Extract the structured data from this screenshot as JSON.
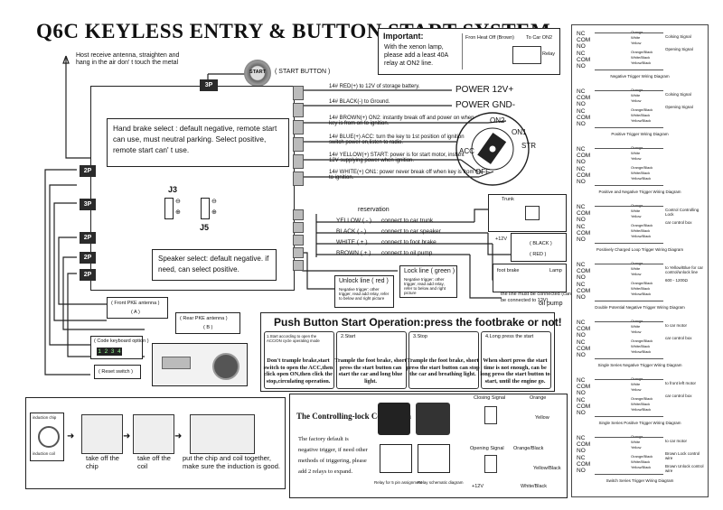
{
  "title": "Q6C  KEYLESS ENTRY & BUTTON START SYSTEM",
  "antenna_note": "Host receive antenna, straighten and hang in the air don' t touch the metal",
  "start_button": {
    "button_text": "START",
    "label": "( START BUTTON )"
  },
  "important": {
    "heading": "Important:",
    "text": "With the xenon lamp, please add a least 40A relay at ON2 line.",
    "diagram_labels": [
      "Fron Heat Off (Brown)",
      "To Car ON2",
      "Relay"
    ]
  },
  "connectors": {
    "top_3p": "3P",
    "left": [
      "2P",
      "3P",
      "2P",
      "2P",
      "2P"
    ]
  },
  "power_wires": [
    {
      "text": "14# RED(+) to 12V of storage battery.",
      "target": "POWER 12V+"
    },
    {
      "text": "14# BLACK(-) to Ground.",
      "target": "POWER GND-"
    },
    {
      "text": "14# BROWN(+) ON2: instantly break off and power on when key is from on to ignition.",
      "target": ""
    },
    {
      "text": "14# BLUE(+) ACC: turn the key to 1st position of ignition switch power on,listen to radio.",
      "target": ""
    },
    {
      "text": "14# YELLOW(+) START: power is for start motor, instant 12V supplying power when ignition.",
      "target": ""
    },
    {
      "text": "14# WHITE(+) ON1: power never break off when key is from on to ignition.",
      "target": ""
    }
  ],
  "ignition": {
    "on2": "ON2",
    "on1": "ON1",
    "acc": "ACC",
    "str": "STR",
    "off": "OFF"
  },
  "hand_brake_note": "Hand brake select : default negative,  remote start can use, must neutral parking. Select positive, remote start can' t use.",
  "jumpers": {
    "j3": "J3",
    "j5": "J5"
  },
  "speaker_note": "Speaker select: default negative. if need, can select positive.",
  "reservation": {
    "heading": "reservation",
    "wires": [
      {
        "wire": "YELLOW ( - )",
        "target": "connect to car trunk"
      },
      {
        "wire": "BLACK ( - )",
        "target": "connect to car speaker"
      },
      {
        "wire": "WHITE ( + )",
        "target": "connect to foot brake"
      },
      {
        "wire": "BROWN ( + )",
        "target": "connect to oil pump"
      }
    ]
  },
  "unlock_line": {
    "title": "Unlock line ( red )",
    "text": "Negative trigger: other trigger, read add relay, refer to below and right picture"
  },
  "lock_line": {
    "title": "Lock line ( green )",
    "text": "Negative trigger: other trigger, read add relay, refer to below and right picture"
  },
  "mini_diagrams": {
    "trunk": "Trunk",
    "black_wire": "( BLACK )",
    "red_wire": "( RED )",
    "foot_brake": "foot brake",
    "lamp": "Lamp",
    "plus12v": "+12V",
    "oil_pump_note": "the line must be connected (can be connected to 12V)",
    "oil_pump": "oil pump"
  },
  "antennas": {
    "front": "( Front PKE antenna )",
    "front_code": "( A )",
    "rear": "( Rear PKE antenna )",
    "rear_code": "( B )"
  },
  "code_display": {
    "label": "( Code keyboard  option )",
    "digits": "1 2 3 4"
  },
  "reset_switch": "( Reset switch )",
  "push_start": {
    "title": "Push Button Start Operation:press the footbrake or not!",
    "steps": [
      {
        "label": "1.Start according to open the ACC/ON cycle operating mode",
        "desc": "Don't trample brake,start switch to open the ACC,then click open ON,then click the stop,circulating operation."
      },
      {
        "label": "2.Start",
        "desc": "Trample the foot brake, short press the start button can start the car and long blue light."
      },
      {
        "label": "3.Stop",
        "desc": "Trample the foot brake, short press the start button can stop the car and breathing light."
      },
      {
        "label": "4.Long press the start",
        "desc": "When short press the start time is not enough, can be long press the start button to start, until the engine go."
      }
    ]
  },
  "chip_steps": {
    "chip_labels": [
      "induction chip",
      "induction coil"
    ],
    "steps": [
      "take off the chip",
      "take off the coil",
      "put the chip and coil together, make sure the induction is good."
    ]
  },
  "controlling_lock": {
    "title": "The Controlling-lock Connection",
    "text": "The factory default is negative trigger, if need other methods of triggering, please add 2 relays to expand.",
    "relay_caption": "Relay for 5 pin assignment",
    "schematic_caption": "Relay schematic diagram",
    "diagram_labels": [
      "Closing Signal",
      "Orange",
      "Yellow",
      "Opening Signal",
      "Orange/Black",
      "Yellow/Black",
      "White/Black",
      "+12V"
    ]
  },
  "trigger_panel": {
    "sections": [
      {
        "title": "Negative Trigger Wiring Diagram",
        "pins": [
          "NC",
          "COM",
          "NO",
          "NC",
          "COM",
          "NO"
        ],
        "wires": [
          "Orange",
          "White",
          "Yellow",
          "Orange/Black",
          "White/Black",
          "Yellow/Black"
        ],
        "signals": [
          "Colsing Signal",
          "Opening Signal"
        ]
      },
      {
        "title": "Positive Trigger Wiring Diagram",
        "pins": [
          "NC",
          "COM",
          "NO",
          "NC",
          "COM",
          "NO"
        ],
        "wires": [
          "Orange",
          "White",
          "Yellow",
          "Orange/Black",
          "White/Black",
          "Yellow/Black"
        ],
        "signals": [
          "Colsing Signal",
          "Opening Signal"
        ]
      },
      {
        "title": "Positive and Negative Trigger Wiring Diagram",
        "pins": [
          "NC",
          "COM",
          "NO",
          "NC",
          "COM",
          "NO"
        ],
        "wires": [
          "Orange",
          "White",
          "Yellow",
          "Orange/Black",
          "White/Black",
          "Yellow/Black"
        ],
        "signals": []
      },
      {
        "title": "Positively Charged Loop Trigger Wiring Diagram",
        "pins": [
          "NC",
          "COM",
          "NO",
          "NC",
          "COM",
          "NO"
        ],
        "wires": [
          "Orange",
          "White",
          "Yellow",
          "Orange/Black",
          "White/Black",
          "Yellow/Black"
        ],
        "signals": [
          "Control Controlling Lock",
          "car control box"
        ]
      },
      {
        "title": "Double Potential Negative Trigger Wiring Diagram",
        "pins": [
          "NC",
          "COM",
          "NO",
          "NC",
          "COM",
          "NO"
        ],
        "wires": [
          "Orange",
          "White",
          "Yellow",
          "Orange/Black",
          "White/Black",
          "Yellow/Black"
        ],
        "signals": [
          "to Yellow/Blue for car control/unlock line",
          "600 - 1200Ω"
        ]
      },
      {
        "title": "Single Series Negative Trigger Wiring Diagram",
        "pins": [
          "NC",
          "COM",
          "NO",
          "NC",
          "COM",
          "NO"
        ],
        "wires": [
          "Orange",
          "White",
          "Yellow",
          "Orange/Black",
          "White/Black",
          "Yellow/Black"
        ],
        "signals": [
          "to car motor",
          "car control box"
        ]
      },
      {
        "title": "Single Series Positive Trigger Wiring Diagram",
        "pins": [
          "NC",
          "COM",
          "NO",
          "NC",
          "COM",
          "NO"
        ],
        "wires": [
          "Orange",
          "White",
          "Yellow",
          "Orange/Black",
          "White/Black",
          "Yellow/Black"
        ],
        "signals": [
          "to front left motor",
          "car control box"
        ]
      },
      {
        "title": "Switch Series Trigger Wiring Diagram",
        "pins": [
          "NC",
          "COM",
          "NO",
          "NC",
          "COM",
          "NO"
        ],
        "wires": [
          "Orange",
          "White",
          "Yellow",
          "Orange/Black",
          "White/Black",
          "Yellow/Black"
        ],
        "signals": [
          "to car motor",
          "Brown Lock control wire",
          "Brown Unlock control wire"
        ]
      }
    ]
  }
}
